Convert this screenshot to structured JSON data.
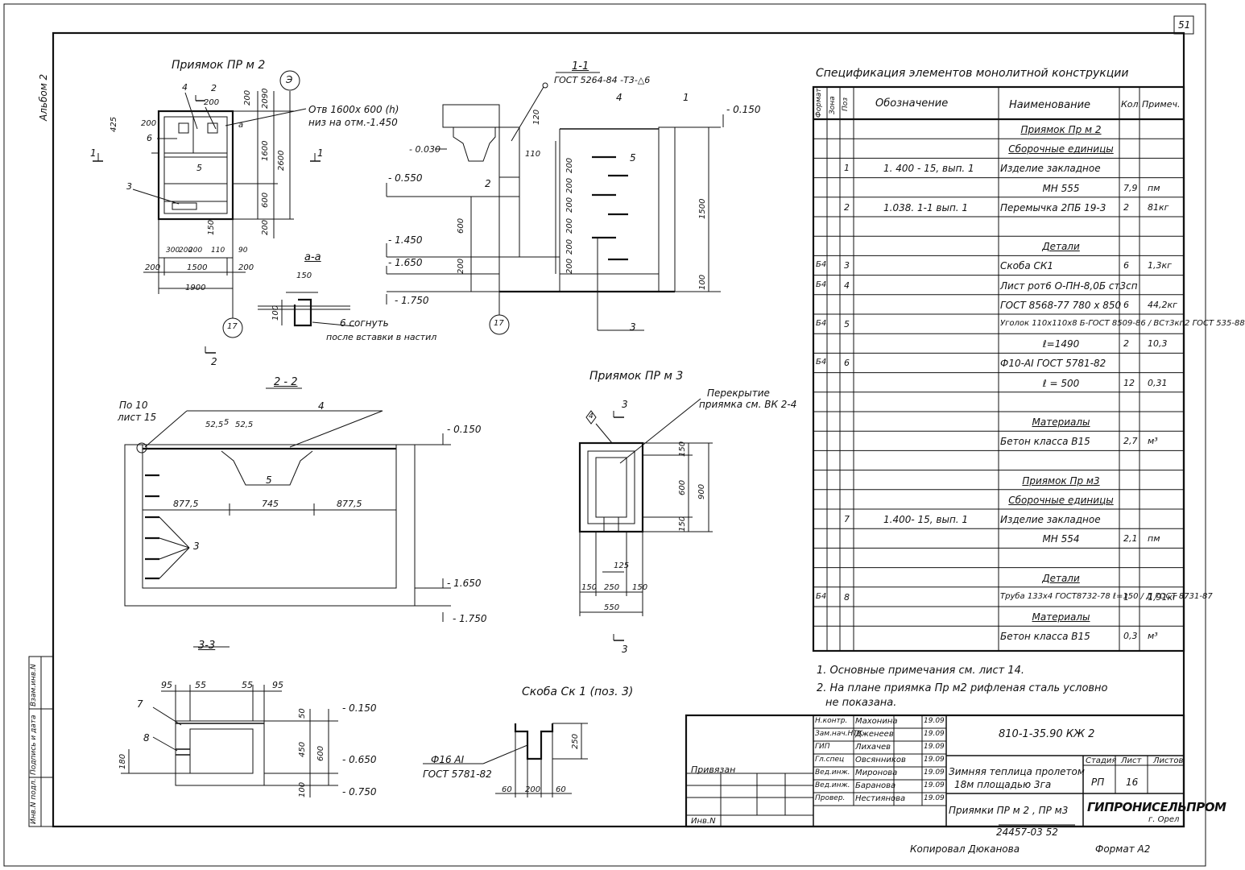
{
  "sheet": {
    "page_number": "51",
    "album": "Альбом 2",
    "copied_by": "Копировал Дюканова",
    "format": "Формат А2",
    "inventory": "24457-03   52"
  },
  "left_stamp": {
    "cols": [
      "Инв.N подл.",
      "Подпись и дата",
      "Взам.инв.N"
    ]
  },
  "plan_prm2": {
    "title": "Приямок  ПР м 2",
    "axis_marker": "Э",
    "opening_note_1": "Отв 1600х 600 (h)",
    "opening_note_2": "низ на отм.-1.450",
    "pos_4": "4",
    "pos_6": "6",
    "pos_5": "5",
    "pos_3": "3",
    "pos_a": "а",
    "section_1": "1",
    "section_2": "2",
    "axis_17": "17",
    "dims_top": [
      "2",
      "200"
    ],
    "dims_left": [
      "425",
      "200"
    ],
    "dims_right": [
      "200",
      "2090",
      "1600",
      "2600",
      "600",
      "200"
    ],
    "dim_150": "150",
    "dims_bottom_1": [
      "300",
      "200",
      "200",
      "110",
      "90"
    ],
    "dims_bottom_2": [
      "200",
      "1500",
      "200"
    ],
    "dim_total": "1900"
  },
  "section_aa": {
    "title": "а-а",
    "dim_150": "150",
    "dim_100": "100",
    "note_1": "6  согнуть",
    "note_2": "после вставки в настил"
  },
  "section_11": {
    "title": "1-1",
    "gost": "ГОСТ 5264-84 -Т3-△6",
    "pos_4": "4",
    "pos_1": "1",
    "pos_2": "2",
    "pos_5": "5",
    "pos_3": "3",
    "elev_0150": "- 0.150",
    "elev_0030": "- 0.030",
    "elev_0550": "- 0.550",
    "elev_1450": "- 1.450",
    "elev_1650": "- 1.650",
    "elev_1750": "- 1.750",
    "dim_120": "120",
    "dim_110": "110",
    "dim_600": "600",
    "dim_200": "200",
    "dims_step": [
      "200",
      "200",
      "200",
      "200",
      "200",
      "200"
    ],
    "dim_1500": "1500",
    "dim_100": "100",
    "axis_17": "17"
  },
  "section_22": {
    "title": "2 - 2",
    "ref_1": "По 10",
    "ref_2": "лист 15",
    "pos_4": "4",
    "pos_5": "5",
    "pos_3": "3",
    "dims_top": [
      "52,5",
      "5",
      "52,5"
    ],
    "dims_mid": [
      "877,5",
      "745",
      "877,5"
    ],
    "elev_0150": "- 0.150",
    "elev_1650": "- 1.650",
    "elev_1750": "- 1.750"
  },
  "plan_prm3": {
    "title": "Приямок  ПР м 3",
    "cover_1": "Перекрытие",
    "cover_2": "приямка  см. ВК 2-4",
    "section_3": "3",
    "mark_4": "4",
    "dims_right": [
      "150",
      "600",
      "150"
    ],
    "dim_900": "900",
    "dim_125": "125",
    "dims_bottom": [
      "150",
      "250",
      "150"
    ],
    "dim_550": "550"
  },
  "section_33": {
    "title": "3-3",
    "dims_top": [
      "95",
      "55",
      "55",
      "95"
    ],
    "pos_7": "7",
    "pos_8": "8",
    "dim_50": "50",
    "dim_450": "450",
    "dim_600": "600",
    "dim_100": "100",
    "dim_180": "180",
    "elev_0150": "- 0.150",
    "elev_0650": "- 0.650",
    "elev_0750": "- 0.750"
  },
  "skoba": {
    "title": "Скоба  Ск 1  (поз. 3)",
    "rebar": "Ф16  АI",
    "gost": "ГОСТ 5781-82",
    "dim_250": "250",
    "dims_bottom": [
      "60",
      "200",
      "60"
    ]
  },
  "spec": {
    "title": "Спецификация  элементов   монолитной  конструкции",
    "headers": {
      "format": "Формат",
      "zone": "Зона",
      "pos": "Поз",
      "designation": "Обозначение",
      "name": "Наименование",
      "qty": "Кол.",
      "note": "Примеч."
    },
    "rows": [
      {
        "fmt": "",
        "pos": "",
        "des": "",
        "name": "Приямок  Пр м 2",
        "qty": "",
        "note": "",
        "ul": true
      },
      {
        "fmt": "",
        "pos": "",
        "des": "",
        "name": "Сборочные  единицы",
        "qty": "",
        "note": "",
        "ul": true
      },
      {
        "fmt": "",
        "pos": "1",
        "des": "1. 400 - 15,  вып. 1",
        "name": "Изделие  закладное",
        "qty": "",
        "note": ""
      },
      {
        "fmt": "",
        "pos": "",
        "des": "",
        "name": "МН  555",
        "qty": "7,9",
        "note": "пм"
      },
      {
        "fmt": "",
        "pos": "2",
        "des": "1.038. 1-1   вып. 1",
        "name": "Перемычка  2ПБ 19-3",
        "qty": "2",
        "note": "81кг"
      },
      {
        "fmt": "",
        "pos": "",
        "des": "",
        "name": "",
        "qty": "",
        "note": ""
      },
      {
        "fmt": "",
        "pos": "",
        "des": "",
        "name": "Детали",
        "qty": "",
        "note": "",
        "ul": true
      },
      {
        "fmt": "Б4",
        "pos": "3",
        "des": "",
        "name": "Скоба   СК1",
        "qty": "6",
        "note": "1,3кг"
      },
      {
        "fmt": "Б4",
        "pos": "4",
        "des": "",
        "name": "Лист рот6 О-ПН-8,0Б ст3сп",
        "qty": "",
        "note": ""
      },
      {
        "fmt": "",
        "pos": "",
        "des": "",
        "name": "ГОСТ 8568-77  780 х 850",
        "qty": "6",
        "note": "44,2кг"
      },
      {
        "fmt": "Б4",
        "pos": "5",
        "des": "",
        "name": "Уголок 110х110х8 Б-ГОСТ 8509-86 / ВСт3кп2 ГОСТ 535-88",
        "qty": "",
        "note": ""
      },
      {
        "fmt": "",
        "pos": "",
        "des": "",
        "name": "ℓ=1490",
        "qty": "2",
        "note": "10,3"
      },
      {
        "fmt": "Б4",
        "pos": "6",
        "des": "",
        "name": "Ф10-АI  ГОСТ 5781-82",
        "qty": "",
        "note": ""
      },
      {
        "fmt": "",
        "pos": "",
        "des": "",
        "name": "ℓ = 500",
        "qty": "12",
        "note": "0,31"
      },
      {
        "fmt": "",
        "pos": "",
        "des": "",
        "name": "",
        "qty": "",
        "note": ""
      },
      {
        "fmt": "",
        "pos": "",
        "des": "",
        "name": "Материалы",
        "qty": "",
        "note": "",
        "ul": true
      },
      {
        "fmt": "",
        "pos": "",
        "des": "",
        "name": "Бетон  класса  В15",
        "qty": "2,7",
        "note": "м³"
      },
      {
        "fmt": "",
        "pos": "",
        "des": "",
        "name": "",
        "qty": "",
        "note": ""
      },
      {
        "fmt": "",
        "pos": "",
        "des": "",
        "name": "Приямок  Пр м3",
        "qty": "",
        "note": "",
        "ul": true
      },
      {
        "fmt": "",
        "pos": "",
        "des": "",
        "name": "Сборочные  единицы",
        "qty": "",
        "note": "",
        "ul": true
      },
      {
        "fmt": "",
        "pos": "7",
        "des": "1.400- 15,  вып. 1",
        "name": "Изделие  закладное",
        "qty": "",
        "note": ""
      },
      {
        "fmt": "",
        "pos": "",
        "des": "",
        "name": "МН  554",
        "qty": "2,1",
        "note": "пм"
      },
      {
        "fmt": "",
        "pos": "",
        "des": "",
        "name": "",
        "qty": "",
        "note": ""
      },
      {
        "fmt": "",
        "pos": "",
        "des": "",
        "name": "Детали",
        "qty": "",
        "note": "",
        "ul": true
      },
      {
        "fmt": "Б4",
        "pos": "8",
        "des": "",
        "name": "Труба 133х4 ГОСТ8732-78 ℓ=150 / Д  ГОСТ 8731-87",
        "qty": "1",
        "note": "1,91кг"
      },
      {
        "fmt": "",
        "pos": "",
        "des": "",
        "name": "Материалы",
        "qty": "",
        "note": "",
        "ul": true
      },
      {
        "fmt": "",
        "pos": "",
        "des": "",
        "name": "Бетон  класса  В15",
        "qty": "0,3",
        "note": "м³"
      }
    ]
  },
  "notes": {
    "n1": "1. Основные  примечания  см. лист 14.",
    "n2": "2. На  плане  приямка  Пр м2  рифленая  сталь  условно",
    "n3": "не  показана."
  },
  "title_block": {
    "code": "810-1-35.90   КЖ 2",
    "project_1": "Зимняя теплица пролетом",
    "project_2": "18м  площадью  3га",
    "sheet_title": "Приямки  ПР м 2 ,  ПР м3",
    "stage_label": "Стадия",
    "sheet_label": "Лист",
    "sheets_label": "Листов",
    "stage": "РП",
    "sheet": "16",
    "org": "ГИПРОНИСЕЛЬПРОМ",
    "city": "г. Орел",
    "tied": "Привязан",
    "inv": "Инв.N",
    "roles": [
      "Н.контр.",
      "Зам.нач.НТК",
      "ГИП",
      "Гл.спец",
      "Вед.инж.",
      "Вед.инж.",
      "Провер."
    ],
    "names": [
      "Махонина",
      "Дженеев",
      "Лихачев",
      "Овсянников",
      "Миронова",
      "Баранова",
      "Нестиянова"
    ],
    "dates": [
      "19.09",
      "19.09",
      "19.09",
      "19.09",
      "19.09",
      "19.09",
      "19.09"
    ]
  }
}
